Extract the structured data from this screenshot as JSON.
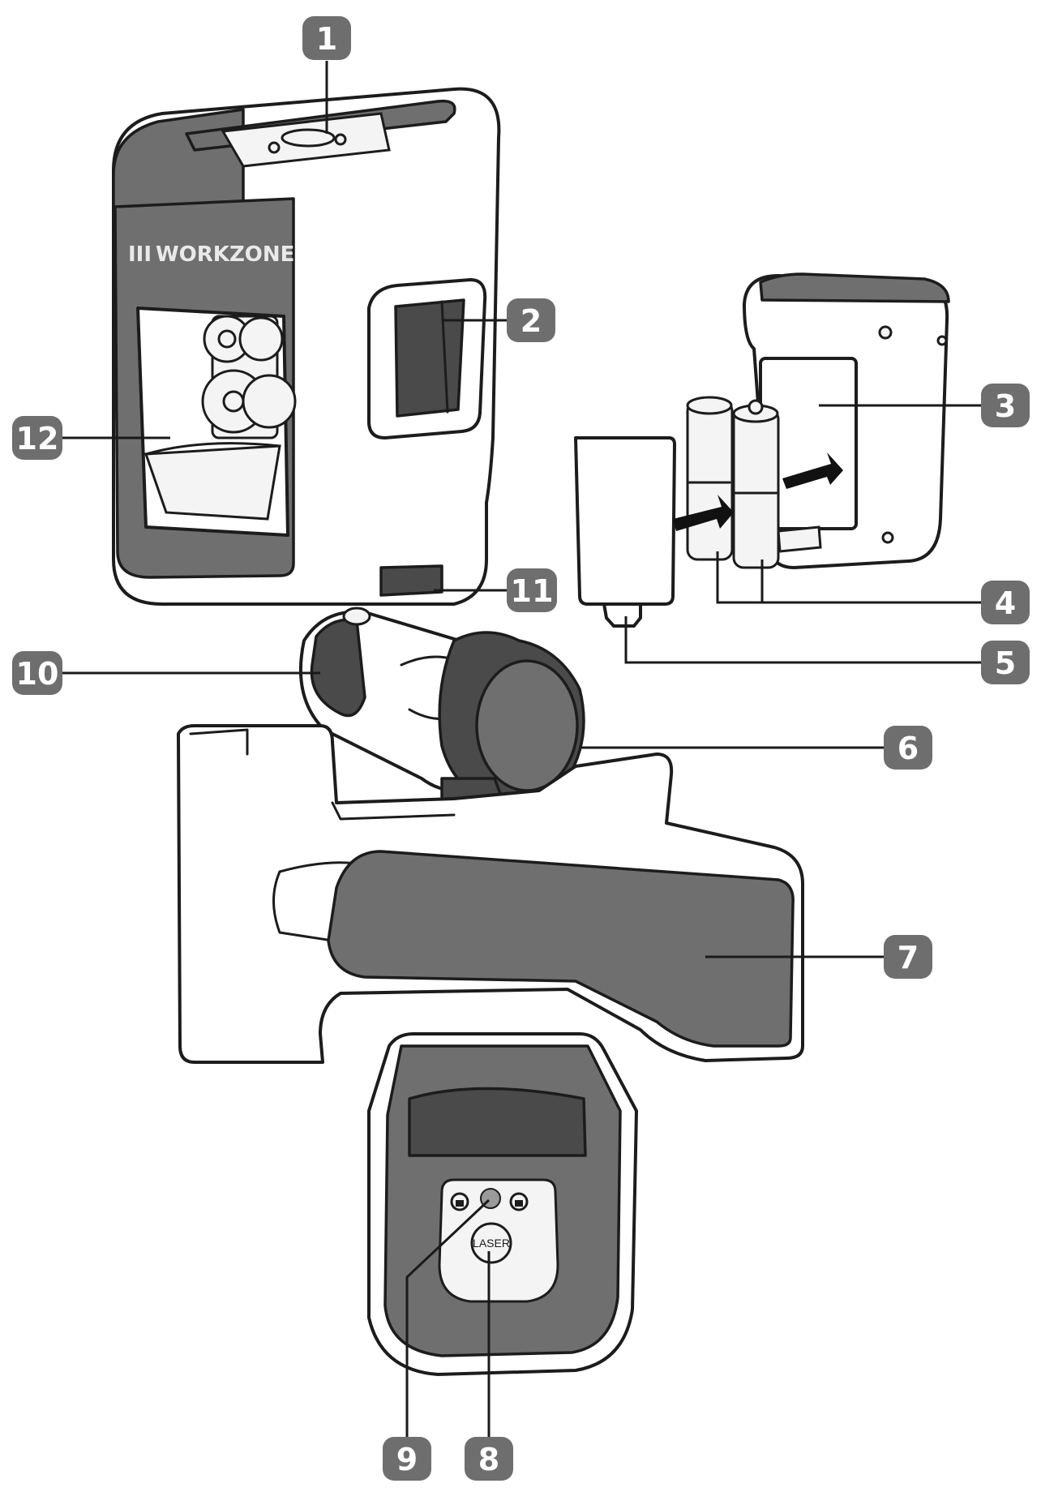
{
  "brand": {
    "logo_text": "WORKZONE",
    "logo_prefix": "III",
    "logo_style": "bold-white-on-grey"
  },
  "control_panel": {
    "laser_button_label": "LASER",
    "lock_icon": "lock-icon",
    "unlock_icon": "unlock-icon"
  },
  "callouts": [
    {
      "number": "1"
    },
    {
      "number": "2"
    },
    {
      "number": "3"
    },
    {
      "number": "4"
    },
    {
      "number": "5"
    },
    {
      "number": "6"
    },
    {
      "number": "7"
    },
    {
      "number": "8"
    },
    {
      "number": "9"
    },
    {
      "number": "10"
    },
    {
      "number": "11"
    },
    {
      "number": "12"
    }
  ],
  "colors": {
    "badge": "#6e6e6e",
    "housing_grey": "#6f6f6f",
    "outline": "#1c1c1c"
  }
}
